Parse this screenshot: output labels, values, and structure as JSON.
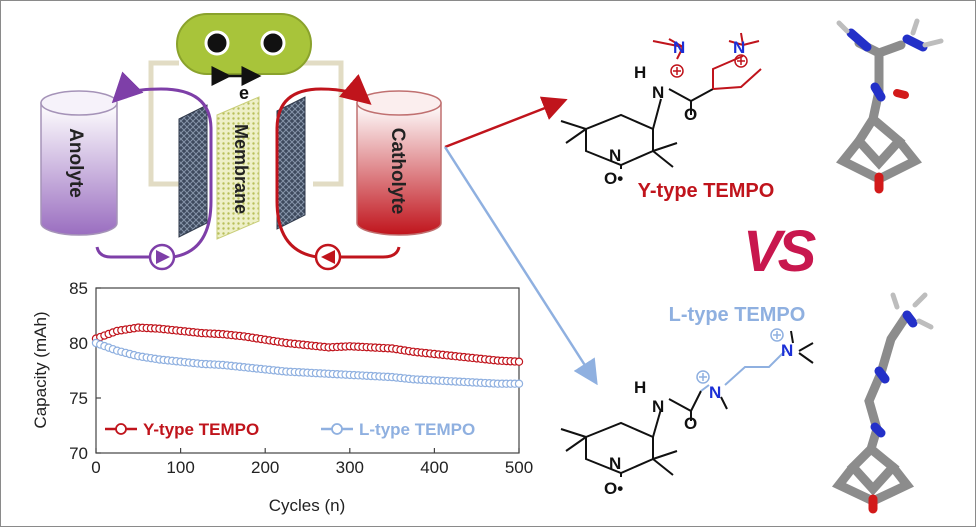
{
  "battery": {
    "anolyte_label": "Anolyte",
    "catholyte_label": "Catholyte",
    "membrane_label": "Membrane",
    "electron_label": "e",
    "colors": {
      "anolyte": "#7e3fa8",
      "catholyte": "#c0141c",
      "source": "#a8c43a"
    }
  },
  "molecules": {
    "y_type_title": "Y-type TEMPO",
    "l_type_title": "L-type TEMPO",
    "vs_label": "VS",
    "atoms": {
      "H": "H",
      "N": "N",
      "O": "O",
      "O_radical": "O•"
    },
    "colors": {
      "y": "#c0141c",
      "l": "#8fb0e0",
      "nitrogen": "#1b2fd6"
    }
  },
  "chart_data": {
    "type": "scatter",
    "x_label": "Cycles (n)",
    "y_label": "Capacity (mAh)",
    "xlim": [
      0,
      500
    ],
    "ylim": [
      70,
      85
    ],
    "x_ticks": [
      0,
      100,
      200,
      300,
      400,
      500
    ],
    "y_ticks": [
      70,
      75,
      80,
      85
    ],
    "legend_position": "lower-left",
    "series": [
      {
        "name": "Y-type TEMPO",
        "color": "#c0141c",
        "x": [
          0,
          25,
          50,
          75,
          100,
          125,
          150,
          175,
          200,
          225,
          250,
          275,
          300,
          325,
          350,
          375,
          400,
          425,
          450,
          475,
          500
        ],
        "values": [
          80.4,
          81.1,
          81.4,
          81.3,
          81.1,
          80.9,
          80.8,
          80.6,
          80.3,
          80.0,
          79.8,
          79.6,
          79.7,
          79.6,
          79.5,
          79.2,
          79.0,
          78.8,
          78.6,
          78.4,
          78.3
        ]
      },
      {
        "name": "L-type TEMPO",
        "color": "#8fb0e0",
        "x": [
          0,
          25,
          50,
          75,
          100,
          125,
          150,
          175,
          200,
          225,
          250,
          275,
          300,
          325,
          350,
          375,
          400,
          425,
          450,
          475,
          500
        ],
        "values": [
          80.0,
          79.3,
          78.8,
          78.5,
          78.3,
          78.1,
          78.0,
          77.8,
          77.6,
          77.4,
          77.3,
          77.2,
          77.1,
          77.0,
          76.9,
          76.7,
          76.6,
          76.5,
          76.4,
          76.3,
          76.3
        ]
      }
    ]
  }
}
